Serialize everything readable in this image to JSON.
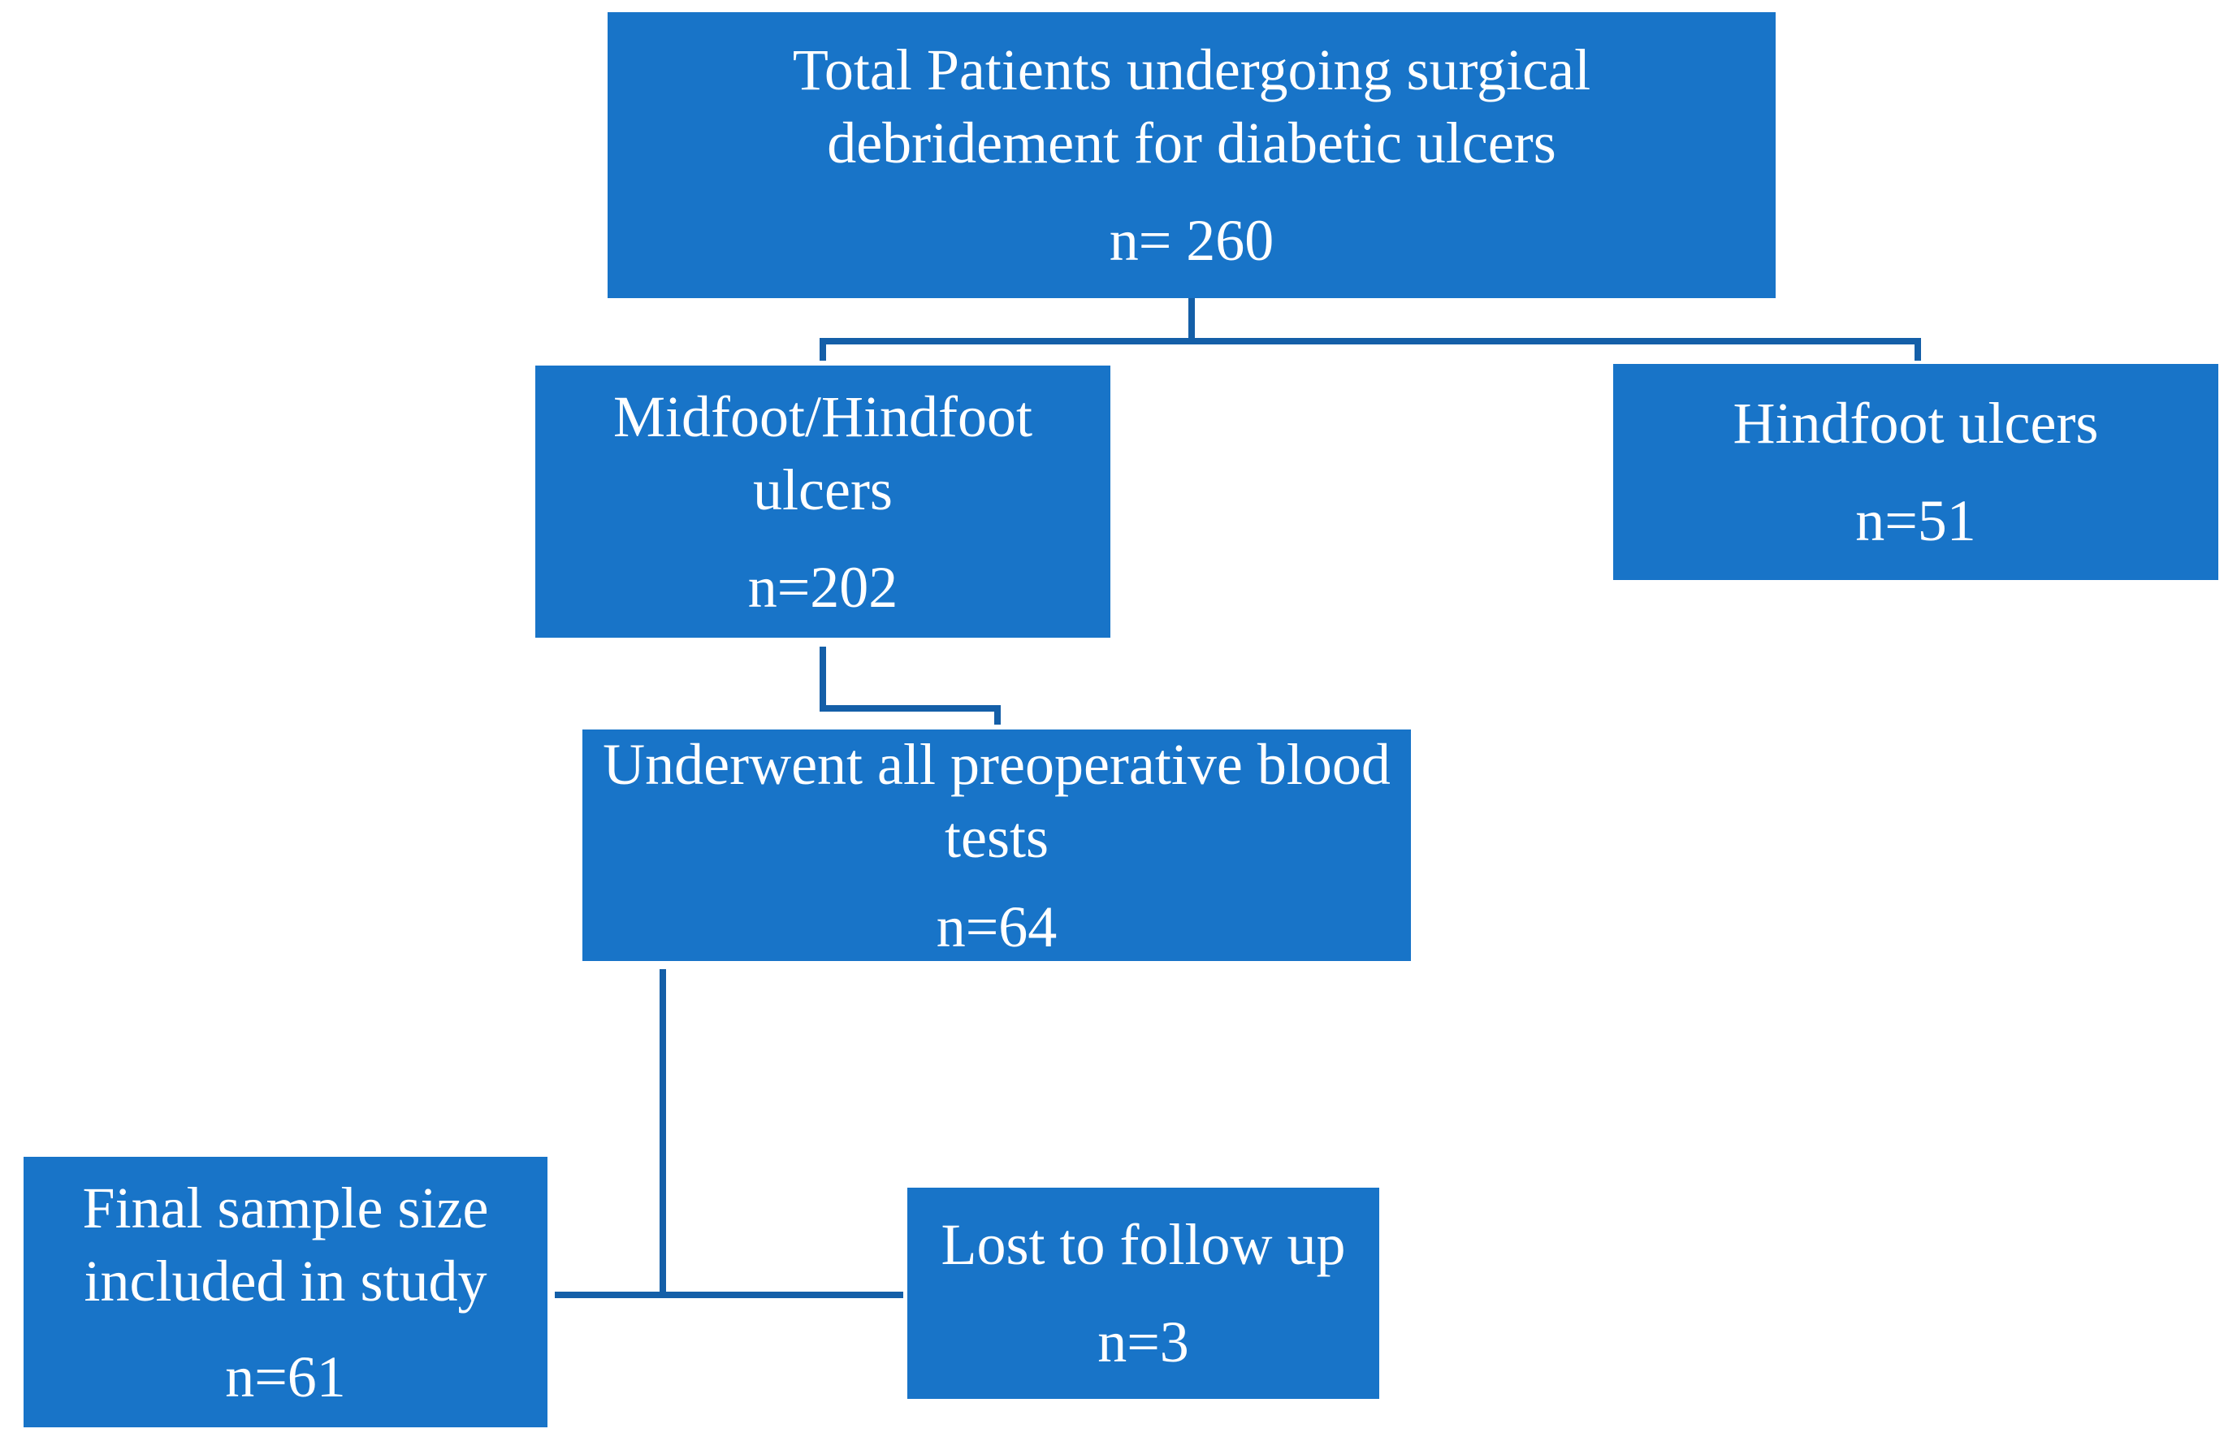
{
  "colors": {
    "box_fill": "#1874c8",
    "connector": "#145fa8",
    "text": "#ffffff"
  },
  "boxes": {
    "total": {
      "title": "Total Patients undergoing surgical debridement for diabetic ulcers",
      "count": "n= 260"
    },
    "midfoot_hindfoot": {
      "title": "Midfoot/Hindfoot ulcers",
      "count": "n=202"
    },
    "hindfoot": {
      "title": "Hindfoot ulcers",
      "count": "n=51"
    },
    "blood_tests": {
      "title": "Underwent all preoperative blood tests",
      "count": "n=64"
    },
    "final_sample": {
      "title": "Final sample size included in study",
      "count": "n=61"
    },
    "lost": {
      "title": "Lost to follow up",
      "count": "n=3"
    }
  }
}
